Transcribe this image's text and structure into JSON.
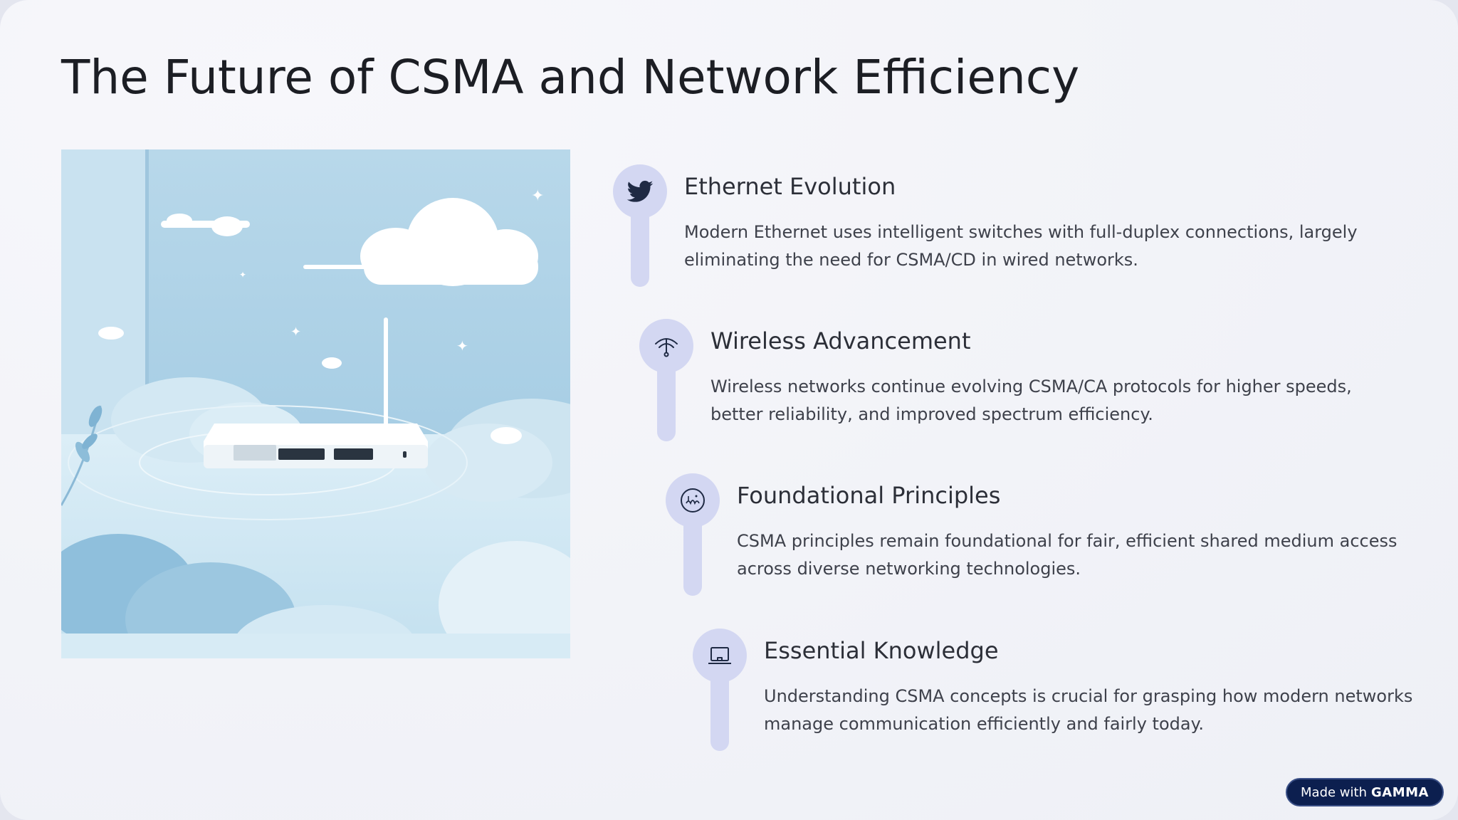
{
  "slide": {
    "title": "The Future of CSMA and Network Efficiency",
    "items": [
      {
        "icon": "twitter-bird-icon",
        "heading": "Ethernet Evolution",
        "description": "Modern Ethernet uses intelligent switches with full-duplex connections, largely eliminating the need for CSMA/CD in wired networks."
      },
      {
        "icon": "wifi-icon",
        "heading": "Wireless Advancement",
        "description": "Wireless networks continue evolving CSMA/CA protocols for higher speeds, better reliability, and improved spectrum efficiency."
      },
      {
        "icon": "sunnah-icon",
        "heading": "Foundational Principles",
        "description": "CSMA principles remain foundational for fair, efficient shared medium access across diverse networking technologies."
      },
      {
        "icon": "laptop-icon",
        "heading": "Essential Knowledge",
        "description": "Understanding CSMA concepts is crucial for grasping how modern networks manage communication efficiently and fairly today."
      }
    ]
  },
  "badge": {
    "prefix": "Made with",
    "brand": "GAMMA"
  },
  "colors": {
    "accent_soft": "#d3d7f2",
    "icon_stroke": "#1f2a44",
    "badge_bg": "#0c1f4f"
  }
}
